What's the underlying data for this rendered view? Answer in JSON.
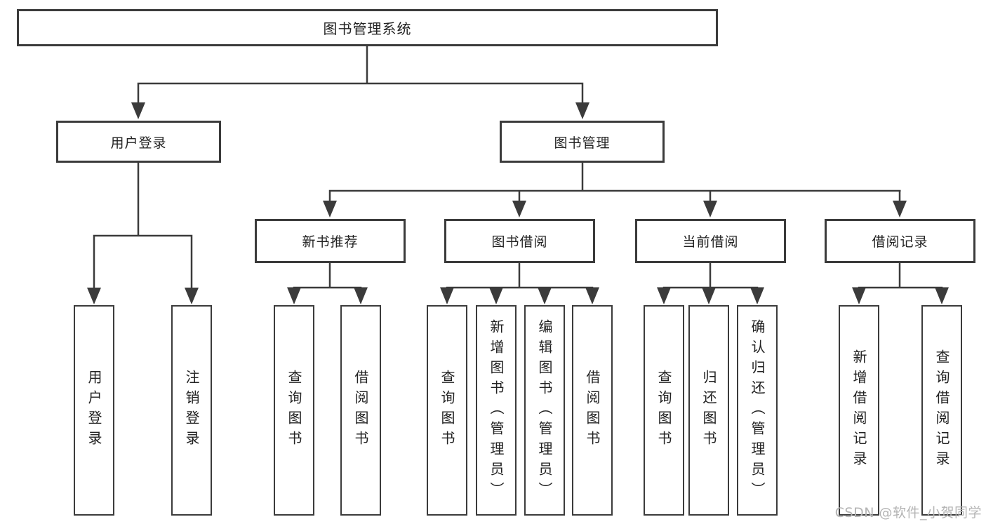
{
  "colors": {
    "line": "#3b3b3b",
    "box_border": "#3b3b3b",
    "text": "#222222",
    "watermark": "#b4b4b4",
    "background": "#ffffff"
  },
  "tree": {
    "root": {
      "label": "图书管理系统"
    },
    "login": {
      "label": "用户登录",
      "children": [
        "用户登录",
        "注销登录"
      ]
    },
    "management": {
      "label": "图书管理",
      "sections": [
        {
          "label": "新书推荐",
          "children": [
            "查询图书",
            "借阅图书"
          ]
        },
        {
          "label": "图书借阅",
          "children": [
            "查询图书",
            "新增图书（管理员）",
            "编辑图书（管理员）",
            "借阅图书"
          ]
        },
        {
          "label": "当前借阅",
          "children": [
            "查询图书",
            "归还图书",
            "确认归还（管理员）"
          ]
        },
        {
          "label": "借阅记录",
          "children": [
            "新增借阅记录",
            "查询借阅记录"
          ]
        }
      ]
    }
  },
  "watermark": {
    "text": "CSDN @软件_小贺同学"
  }
}
